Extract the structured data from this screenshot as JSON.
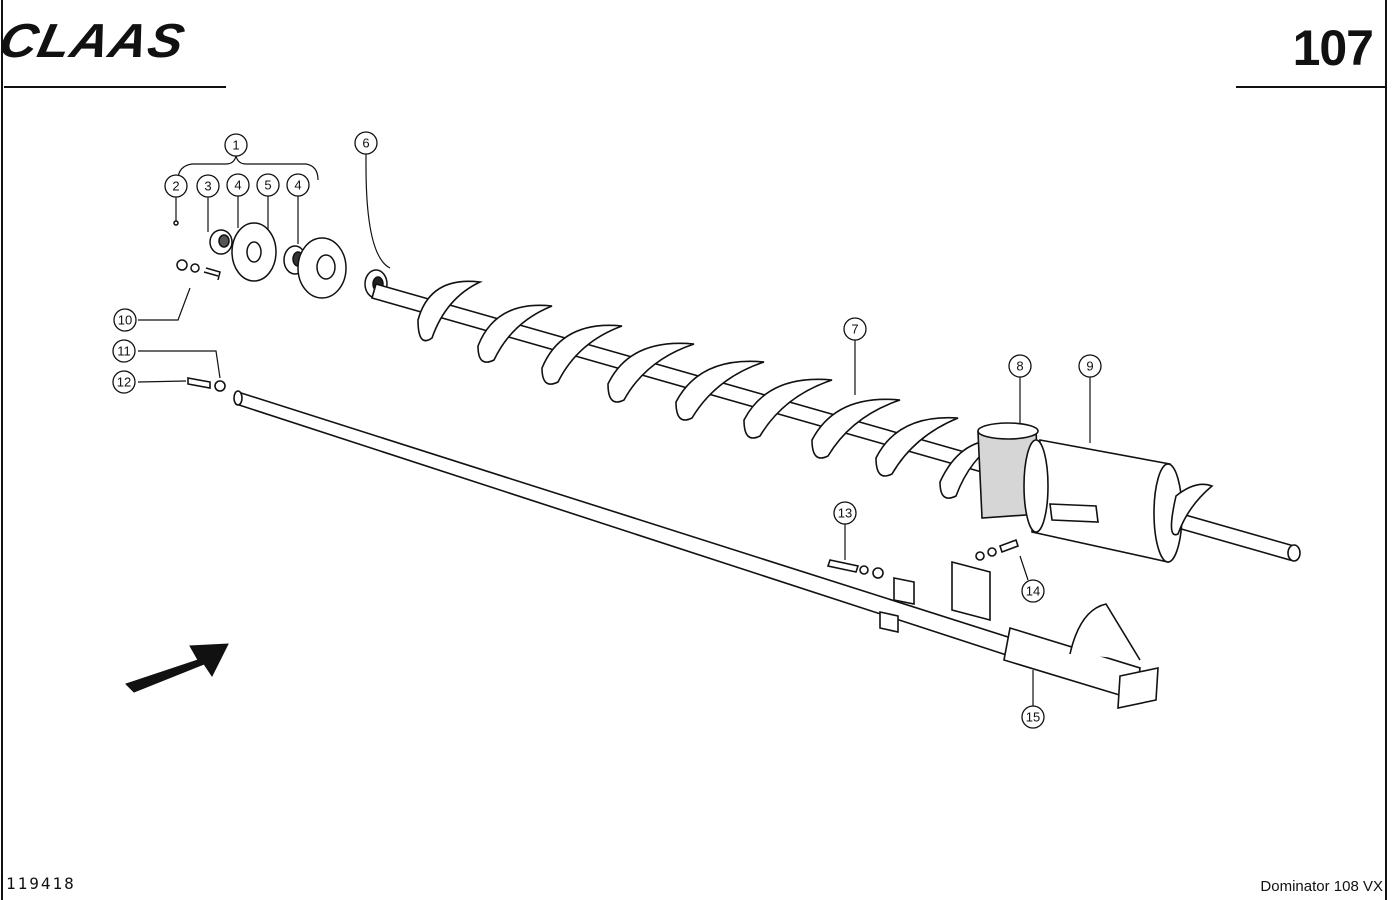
{
  "header": {
    "brand": "CLAAS",
    "page_number": "107"
  },
  "footer": {
    "drawing_id": "119418",
    "model": "Dominator 108 VX"
  },
  "callouts": [
    {
      "id": "c1",
      "label": "1"
    },
    {
      "id": "c2",
      "label": "2"
    },
    {
      "id": "c3",
      "label": "3"
    },
    {
      "id": "c4a",
      "label": "4"
    },
    {
      "id": "c5",
      "label": "5"
    },
    {
      "id": "c4b",
      "label": "4"
    },
    {
      "id": "c6",
      "label": "6"
    },
    {
      "id": "c7",
      "label": "7"
    },
    {
      "id": "c8",
      "label": "8"
    },
    {
      "id": "c9",
      "label": "9"
    },
    {
      "id": "c10",
      "label": "10"
    },
    {
      "id": "c11",
      "label": "11"
    },
    {
      "id": "c12",
      "label": "12"
    },
    {
      "id": "c13",
      "label": "13"
    },
    {
      "id": "c14",
      "label": "14"
    },
    {
      "id": "c15",
      "label": "15"
    }
  ]
}
